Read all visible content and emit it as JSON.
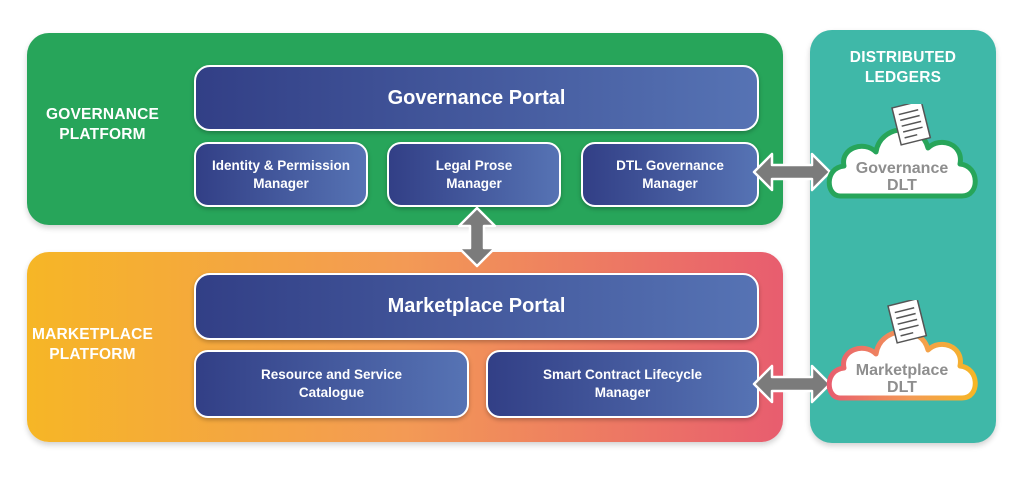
{
  "governance_platform": {
    "label_line1": "GOVERNANCE",
    "label_line2": "PLATFORM",
    "portal": "Governance Portal",
    "modules": [
      {
        "line1": "Identity & Permission",
        "line2": "Manager"
      },
      {
        "line1": "Legal Prose",
        "line2": "Manager"
      },
      {
        "line1": "DTL Governance",
        "line2": "Manager"
      }
    ]
  },
  "marketplace_platform": {
    "label_line1": "MARKETPLACE",
    "label_line2": "PLATFORM",
    "portal": "Marketplace Portal",
    "modules": [
      {
        "line1": "Resource and Service",
        "line2": "Catalogue"
      },
      {
        "line1": "Smart Contract Lifecycle",
        "line2": "Manager"
      }
    ]
  },
  "distributed_ledgers": {
    "label_line1": "DISTRIBUTED",
    "label_line2": "LEDGERS",
    "clouds": [
      {
        "line1": "Governance",
        "line2": "DLT"
      },
      {
        "line1": "Marketplace",
        "line2": "DLT"
      }
    ]
  },
  "colors": {
    "governance_bg": "#27a55a",
    "marketplace_gradient": [
      "#f6b626",
      "#f39a55",
      "#e85d6f"
    ],
    "ledgers_bg": "#3fb8a8",
    "module_gradient": [
      "#323f86",
      "#5673b4"
    ],
    "arrow": "#7b7b7b",
    "governance_cloud_border": "#27a55a",
    "marketplace_cloud_border": [
      "#f39a55",
      "#e85d6f"
    ]
  }
}
